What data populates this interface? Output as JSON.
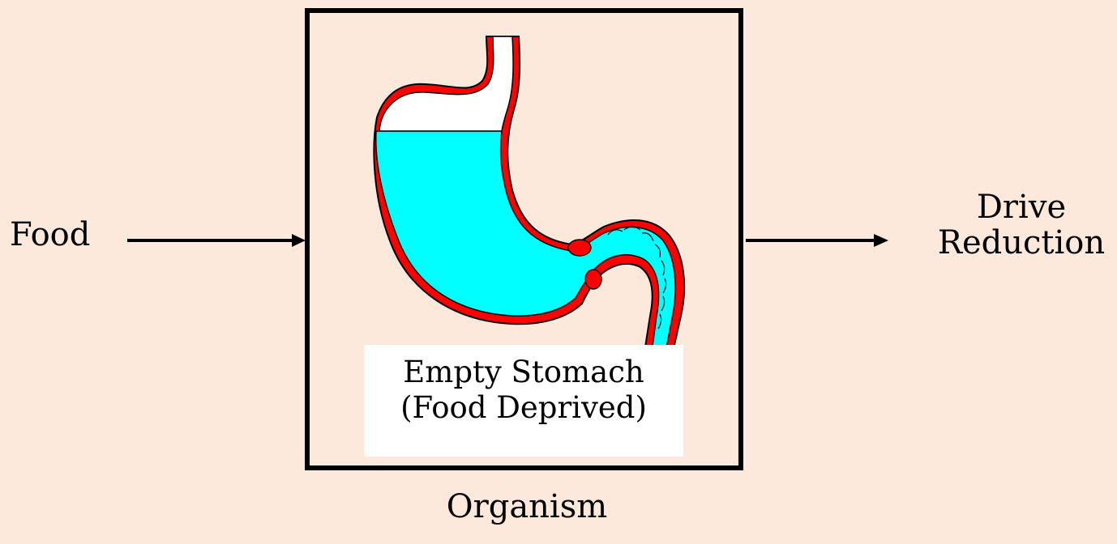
{
  "input": {
    "label": "Food"
  },
  "output": {
    "label_line1": "Drive",
    "label_line2": "Reduction"
  },
  "organism": {
    "label": "Organism",
    "stomach_caption_line1": "Empty Stomach",
    "stomach_caption_line2": "(Food Deprived)"
  },
  "colors": {
    "background": "#fde9dc",
    "stomach_wall": "#ff0000",
    "stomach_contents": "#00ffff",
    "stomach_empty_space": "#ffffff",
    "outline": "#000000"
  },
  "icons": {
    "input_arrow": "right-arrow",
    "output_arrow": "right-arrow",
    "stomach": "stomach-illustration"
  }
}
